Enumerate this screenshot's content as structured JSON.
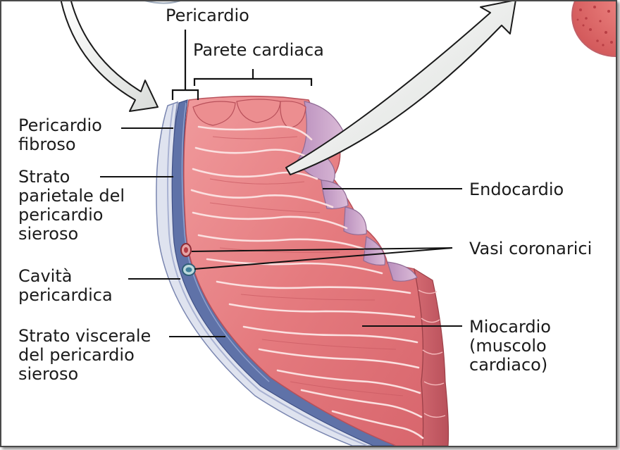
{
  "colors": {
    "muscle": "#e57b7f",
    "muscle_dark": "#c95a62",
    "muscle_light": "#f4a8aa",
    "endocardium": "#c8a0c8",
    "pericardium_blue": "#5f72a8",
    "leader_line": "#111111",
    "arrow_fill": "#f0f1f0"
  },
  "labels": {
    "pericardio": "Pericardio",
    "parete_cardiaca": "Parete cardiaca",
    "pericardio_fibroso": [
      "Pericardio",
      "fibroso"
    ],
    "strato_parietale": [
      "Strato",
      "parietale del",
      "pericardio",
      "sieroso"
    ],
    "cavita_pericardica": [
      "Cavità",
      "pericardica"
    ],
    "strato_viscerale": [
      "Strato viscerale",
      "del pericardio",
      "sieroso"
    ],
    "endocardio": "Endocardio",
    "vasi_coronarici": "Vasi coronarici",
    "miocardio": [
      "Miocardio",
      "(muscolo",
      "cardiaco)"
    ]
  },
  "icons": {
    "left_arrow": "curved-arrow-icon",
    "right_arrow": "curved-arrow-icon",
    "tissue_sample": "tissue-sample-icon"
  }
}
